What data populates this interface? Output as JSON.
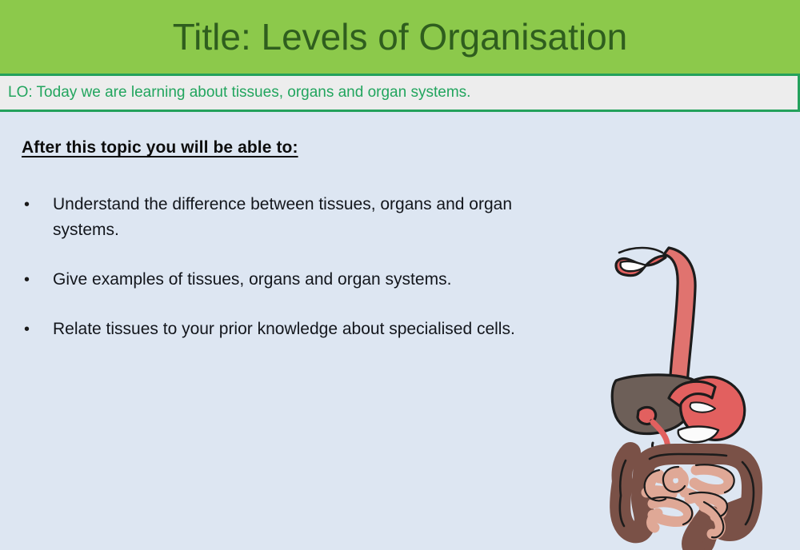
{
  "slide": {
    "title": "Title: Levels of Organisation",
    "learning_objective": "LO: Today we are learning about tissues, organs and organ systems.",
    "heading": "After this topic you will be able to:",
    "bullet_marker": "•",
    "bullets": [
      "Understand the difference between tissues, organs and organ systems.",
      "Give examples of tissues, organs and organ systems.",
      "Relate tissues to your prior knowledge about specialised cells."
    ],
    "illustration": "digestive-system-diagram",
    "colors": {
      "title_bar_bg": "#8cc94b",
      "title_text": "#2f5e1e",
      "lo_bar_bg": "#ededed",
      "lo_border": "#24a15c",
      "lo_text": "#22a55e",
      "body_bg": "#dde6f2",
      "body_text": "#13161c",
      "stomach": "#e2605f",
      "oesophagus": "#e0736f",
      "liver": "#6d5f58",
      "large_intestine": "#7a5147",
      "small_intestine": "#dfa896",
      "outline": "#1c1c1c"
    }
  }
}
